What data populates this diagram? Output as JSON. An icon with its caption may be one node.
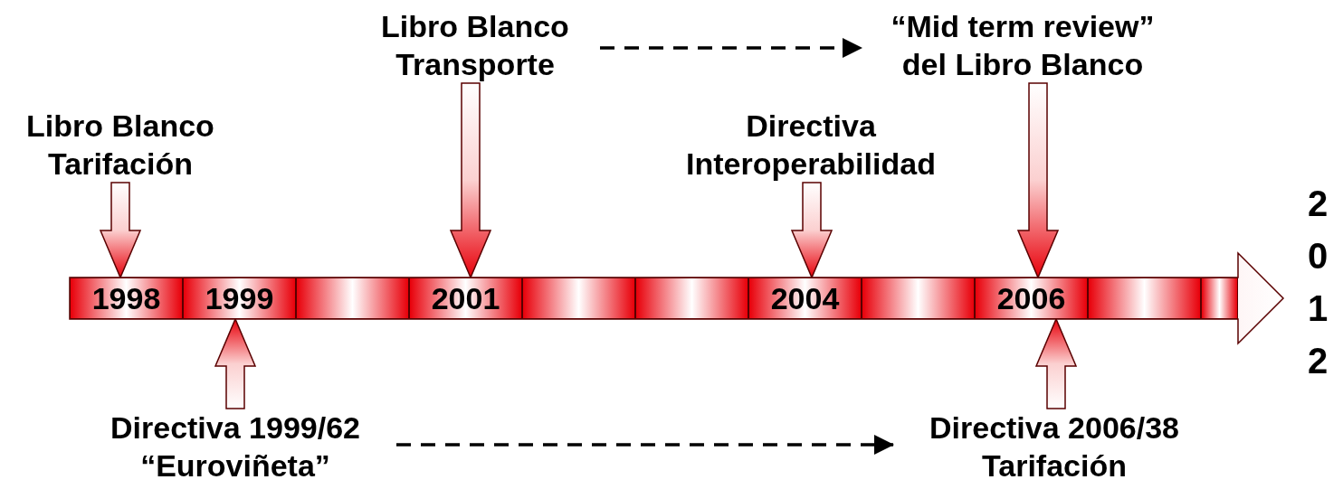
{
  "diagram": {
    "nodes": [
      {
        "text": [
          "Libro Blanco Transporte"
        ]
      },
      {
        "text": [
          "“Mid term review” del Libro Blanco"
        ]
      },
      {
        "text": [
          "Libro Blanco Tarifación"
        ]
      },
      {
        "text": [
          "Directiva Interoperabilidad"
        ]
      },
      {
        "text": [
          "1998"
        ]
      },
      {
        "text": [
          "1999"
        ]
      },
      {
        "text": [],
        "shape": "box"
      },
      {
        "text": [
          "2001"
        ]
      },
      {
        "text": [],
        "shape": "box"
      },
      {
        "text": [],
        "shape": "box"
      },
      {
        "text": [
          "2004"
        ]
      },
      {
        "text": [],
        "shape": "box"
      },
      {
        "text": [
          "2006"
        ]
      },
      {
        "text": [],
        "shape": "box"
      },
      {
        "text": [],
        "shape": "box"
      },
      {
        "text": [
          "Directiva 1999/62 “Euroviñeta”"
        ]
      },
      {
        "text": [
          "Directiva 2006/38 Tarifación"
        ]
      }
    ],
    "edges": [
      {
        "from": 2,
        "to": 4,
        "arrow": "to"
      },
      {
        "from": 0,
        "to": 7,
        "arrow": "to"
      },
      {
        "from": 3,
        "to": 10,
        "arrow": "to"
      },
      {
        "from": 1,
        "to": 12,
        "arrow": "to"
      },
      {
        "from": 15,
        "to": 5,
        "arrow": "to"
      },
      {
        "from": 16,
        "to": 12,
        "arrow": "to"
      },
      {
        "from": 0,
        "to": 1,
        "arrow": "to",
        "style": "dashed"
      },
      {
        "from": 15,
        "to": 16,
        "arrow": "to",
        "style": "dashed"
      }
    ],
    "labels": [
      "2012"
    ]
  }
}
